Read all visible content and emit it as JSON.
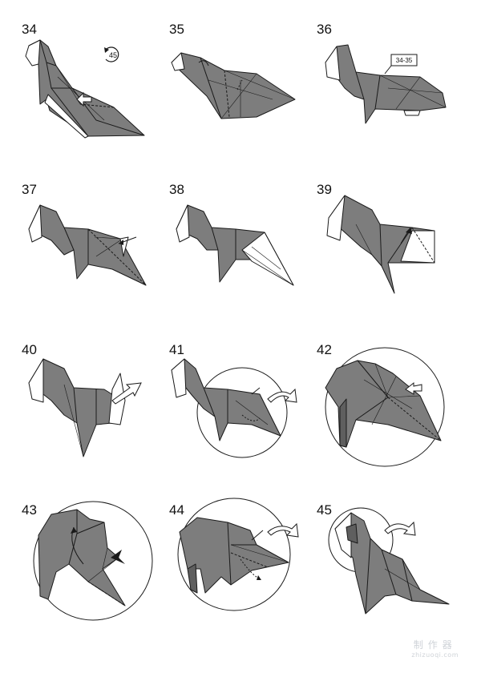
{
  "steps": [
    "34",
    "35",
    "36",
    "37",
    "38",
    "39",
    "40",
    "41",
    "42",
    "43",
    "44",
    "45"
  ],
  "rotate_symbol_label": "45",
  "repeat_label": "34-35",
  "watermark": {
    "line1": "制作器",
    "line2": "zhizuoqi.com"
  },
  "colors": {
    "paper_gray": "#7d7d7d",
    "dark_gray": "#5f5f5f",
    "white_side": "#ffffff",
    "line": "#1a1a1a"
  }
}
